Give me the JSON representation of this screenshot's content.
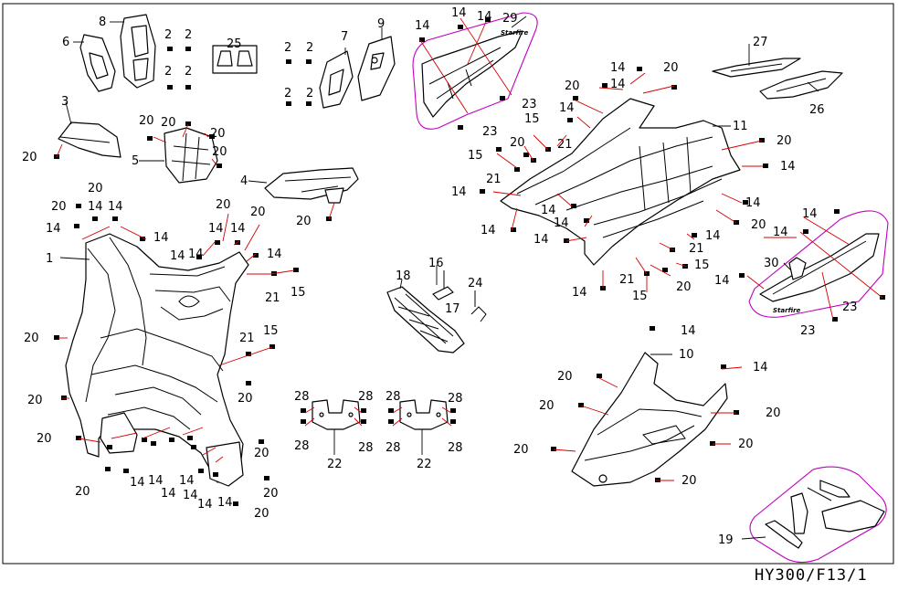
{
  "drawing": {
    "ref_code": "HY300/F13/1",
    "decal_text": "Starfire"
  },
  "callouts": {
    "n1": "1",
    "n2": "2",
    "n3": "3",
    "n4": "4",
    "n5": "5",
    "n6": "6",
    "n7": "7",
    "n8": "8",
    "n9": "9",
    "n10": "10",
    "n11": "11",
    "n14": "14",
    "n15": "15",
    "n16": "16",
    "n17": "17",
    "n18": "18",
    "n19": "19",
    "n20": "20",
    "n21": "21",
    "n22": "22",
    "n23": "23",
    "n24": "24",
    "n25": "25",
    "n26": "26",
    "n27": "27",
    "n28": "28",
    "n29": "29",
    "n30": "30"
  }
}
